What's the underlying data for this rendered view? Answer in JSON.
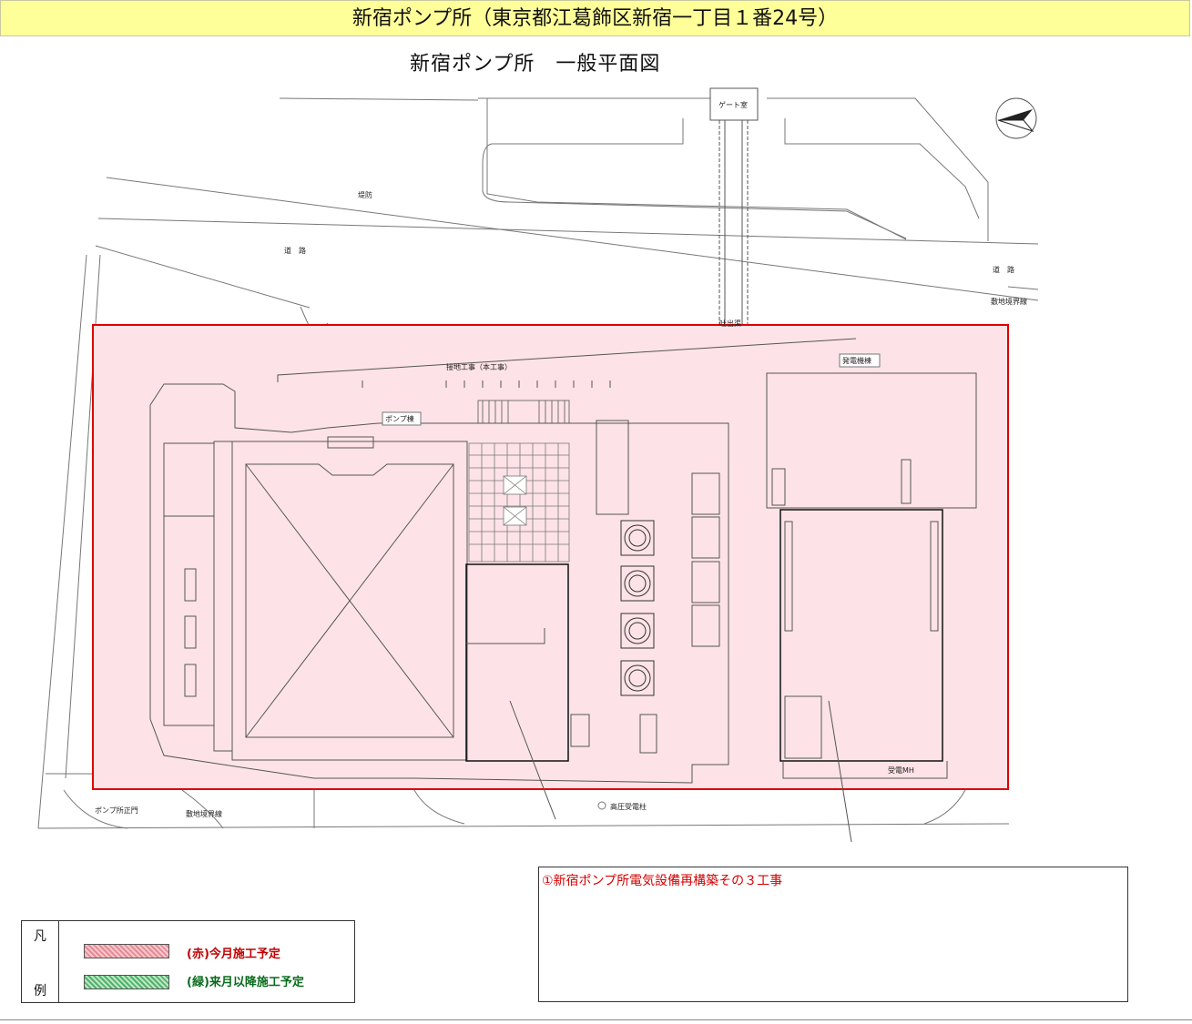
{
  "header": {
    "title": "新宿ポンプ所（東京都江葛飾区新宿一丁目１番24号）",
    "subtitle": "新宿ポンプ所　一般平面図"
  },
  "map_labels": {
    "gate_room": "ゲート室",
    "embankment": "堤防",
    "road_left": "道　路",
    "road_right": "道　路",
    "boundary_right": "敷地境界線",
    "discharge_pipe": "吐出渠",
    "grounding_work": "接地工事（本工事）",
    "pump_building": "ポンプ棟",
    "generator_building": "発電機棟",
    "receiving_mh": "受電MH",
    "main_gate": "ポンプ所正門",
    "boundary_bottom": "敷地境界線",
    "hv_pole": "高圧受電柱"
  },
  "legend": {
    "key_top": "凡",
    "key_bottom": "例",
    "items": [
      {
        "label": "(赤)今月施工予定",
        "color": "#c00000"
      },
      {
        "label": "(緑)来月以降施工予定",
        "color": "#0a6b1d"
      }
    ]
  },
  "work": {
    "item_1": "①新宿ポンプ所電気設備再構築その３工事"
  },
  "colors": {
    "banner_bg": "#ffff99",
    "highlight_fill": "#fde3e7",
    "highlight_border": "#e00000",
    "work_text": "#d40000"
  }
}
